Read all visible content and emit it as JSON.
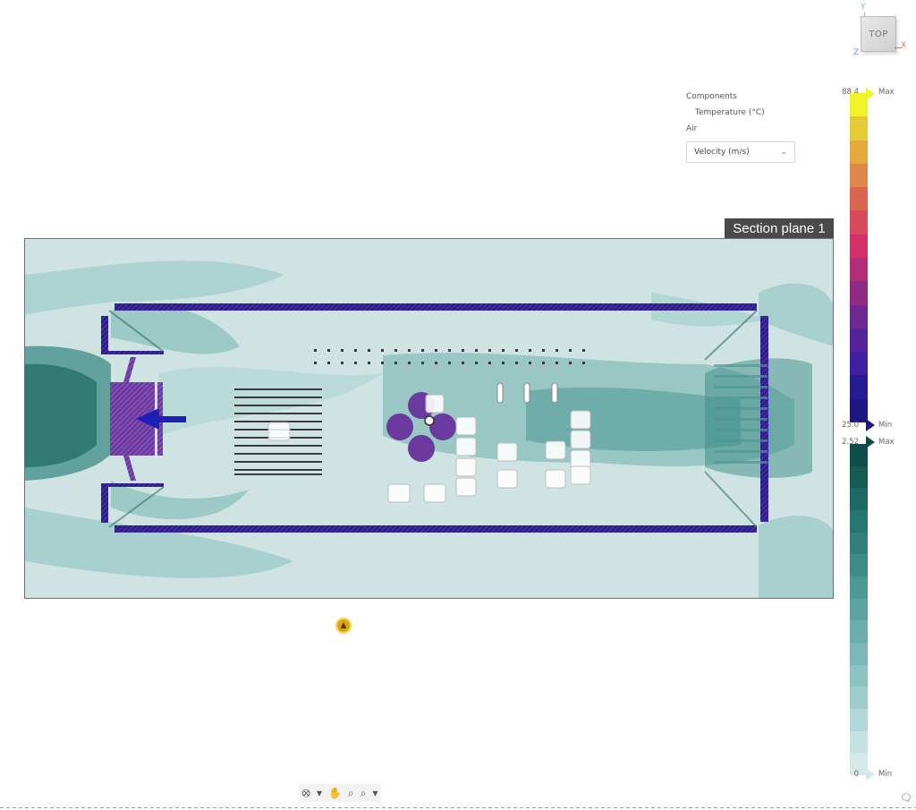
{
  "viewcube": {
    "face_label": "TOP",
    "axis_x": "X",
    "axis_y": "Y",
    "axis_z": "Z"
  },
  "results_panel": {
    "components_label": "Components",
    "temperature_label": "Temperature (°C)",
    "air_label": "Air",
    "velocity_select": "Velocity (m/s)"
  },
  "legend": {
    "temperature": {
      "max_value": "88.4",
      "max_label": "Max",
      "min_value": "25.0",
      "min_label": "Min"
    },
    "velocity": {
      "max_value": "2.52",
      "max_label": "Max",
      "min_value": "0",
      "min_label": "Min"
    }
  },
  "section": {
    "label": "Section plane 1"
  },
  "colors": {
    "temperature_scale": [
      "#f0f22a",
      "#e6cb37",
      "#e3aa3a",
      "#e0874a",
      "#db6552",
      "#d7495b",
      "#d23066",
      "#b12d76",
      "#8f2b84",
      "#6f2891",
      "#55239a",
      "#3e20a0",
      "#261b91",
      "#1c1780"
    ],
    "velocity_scale": [
      "#0d4d47",
      "#165a54",
      "#1e6862",
      "#257570",
      "#31807b",
      "#3d8c87",
      "#4c9893",
      "#5ca39f",
      "#6caeab",
      "#7cb9b6",
      "#8dc3c1",
      "#9fcdcb",
      "#b2d7d6",
      "#c5e1e0",
      "#d6e9e9"
    ],
    "wall": "#2e1d8c",
    "field_base": "#cfe4e2"
  },
  "nav_toolbar": {
    "orbit_icon": "orbit-icon",
    "pan_icon": "pan-icon",
    "zoom_icon": "zoom-icon",
    "zoom_window_icon": "zoom-window-icon"
  }
}
